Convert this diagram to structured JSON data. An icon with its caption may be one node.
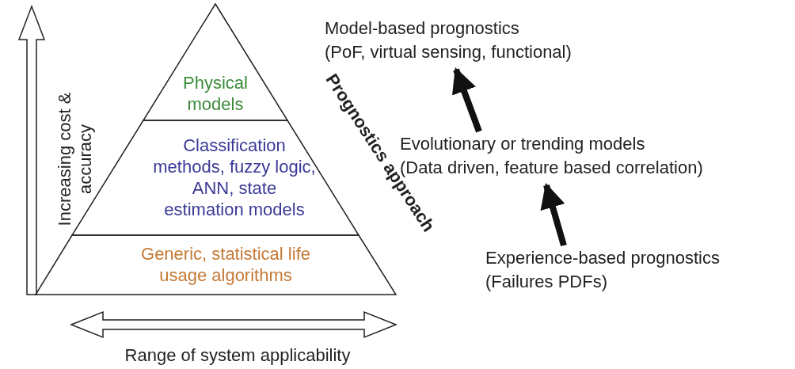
{
  "diagram": {
    "nodes": [
      {
        "text": [
          "Physical models"
        ]
      },
      {
        "text": [
          "Classification methods, fuzzy logic, ANN, state estimation models"
        ]
      },
      {
        "text": [
          "Generic, statistical life usage algorithms"
        ]
      },
      {
        "text": [
          "Model-based prognostics",
          "(PoF, virtual sensing, functional)"
        ]
      },
      {
        "text": [
          "Evolutionary or trending  models",
          "(Data driven, feature based correlation)"
        ]
      },
      {
        "text": [
          "Experience-based prognostics",
          "(Failures PDFs)"
        ]
      }
    ],
    "edges": [
      {
        "from": 4,
        "to": 3,
        "arrow": "to"
      },
      {
        "from": 5,
        "to": 4,
        "arrow": "to"
      }
    ],
    "labels": [
      "Prognostics approach",
      "Increasing cost & accuracy",
      "Range of system applicability"
    ]
  }
}
